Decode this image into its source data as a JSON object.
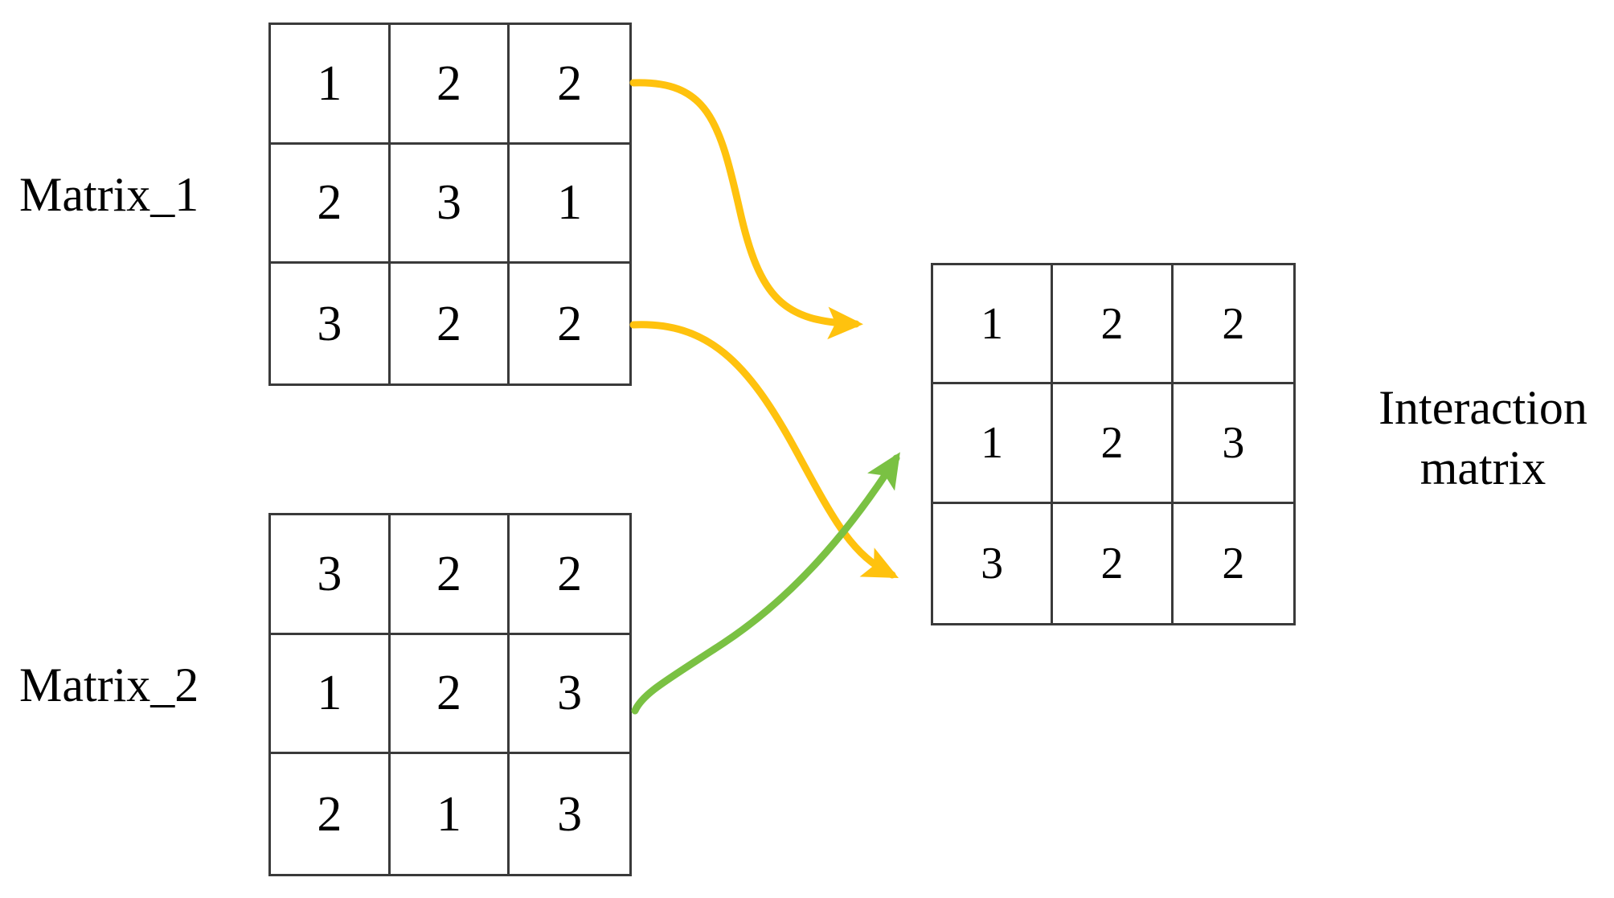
{
  "diagram": {
    "title": "",
    "labels": {
      "matrix1": "Matrix_1",
      "matrix2": "Matrix_2",
      "interaction_line1": "Interaction",
      "interaction_line2": "matrix"
    },
    "colors": {
      "orange_arrow": "#FFC20E",
      "green_arrow": "#7AC143",
      "grid_line": "#3A3A3A",
      "text": "#000000",
      "background": "#FFFFFF"
    }
  },
  "matrices": {
    "matrix1": {
      "name": "Matrix_1",
      "rows": [
        [
          "1",
          "2",
          "2"
        ],
        [
          "2",
          "3",
          "1"
        ],
        [
          "3",
          "2",
          "2"
        ]
      ]
    },
    "matrix2": {
      "name": "Matrix_2",
      "rows": [
        [
          "3",
          "2",
          "2"
        ],
        [
          "1",
          "2",
          "3"
        ],
        [
          "2",
          "1",
          "3"
        ]
      ]
    },
    "interaction": {
      "name": "Interaction matrix",
      "rows": [
        [
          "1",
          "2",
          "2"
        ],
        [
          "1",
          "2",
          "3"
        ],
        [
          "3",
          "2",
          "2"
        ]
      ]
    }
  },
  "arrows": [
    {
      "id": "arrow-matrix1-row1-to-interaction-row1",
      "color": "#FFC20E",
      "from": "matrix1-row1-right",
      "to": "interaction-row1-left"
    },
    {
      "id": "arrow-matrix1-row3-to-interaction-row3",
      "color": "#FFC20E",
      "from": "matrix1-row3-right",
      "to": "interaction-row3-left"
    },
    {
      "id": "arrow-matrix2-row2-to-interaction-row2",
      "color": "#7AC143",
      "from": "matrix2-row2-right",
      "to": "interaction-row2-left"
    }
  ]
}
